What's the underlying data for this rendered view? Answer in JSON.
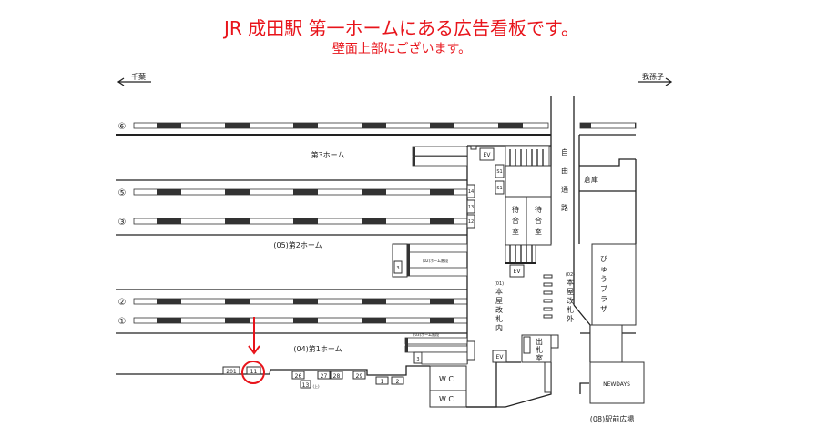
{
  "title": "JR 成田駅 第一ホームにある広告看板です。",
  "subtitle": "壁面上部にございます。",
  "directions": {
    "left": "千葉",
    "right": "我孫子"
  },
  "tracks": [
    "⑥",
    "⑤",
    "③",
    "②",
    "①"
  ],
  "platforms": {
    "p3": "第3ホーム",
    "p2": "(05)第2ホーム",
    "p1": "(04)第1ホーム"
  },
  "facilities": {
    "ev": "EV",
    "waiting_room": [
      "待",
      "合",
      "室"
    ],
    "free_passage": [
      "自",
      "由",
      "通",
      "路"
    ],
    "warehouse": "倉庫",
    "view_plaza": [
      "び",
      "ゅ",
      "う",
      "プ",
      "ラ",
      "ザ"
    ],
    "gate_inside_code": "(01)",
    "gate_inside": [
      "本",
      "屋",
      "改",
      "札",
      "内"
    ],
    "gate_outside_code": "(02)",
    "gate_outside": [
      "本",
      "屋",
      "改",
      "札",
      "外"
    ],
    "ticket_office": [
      "出",
      "札",
      "室"
    ],
    "wc": "W C",
    "newdays": "NEWDAYS",
    "station_square": "(08)駅前広場",
    "stairs_p2": "(02)ホーム階段",
    "stairs_p1": "(03)ホーム階段"
  },
  "ad_numbers": {
    "a201": "201",
    "a11": "11",
    "a26": "26",
    "a27": "27",
    "a28": "28",
    "a29": "29",
    "a13": "13",
    "a13_note": "(上)",
    "a1": "1",
    "a2": "2",
    "a12": "12",
    "a13b": "13",
    "a14": "14",
    "s1a": "S1",
    "s1b": "S1",
    "a3": "3",
    "a3b": "3"
  },
  "highlight_color": "#e8141b"
}
